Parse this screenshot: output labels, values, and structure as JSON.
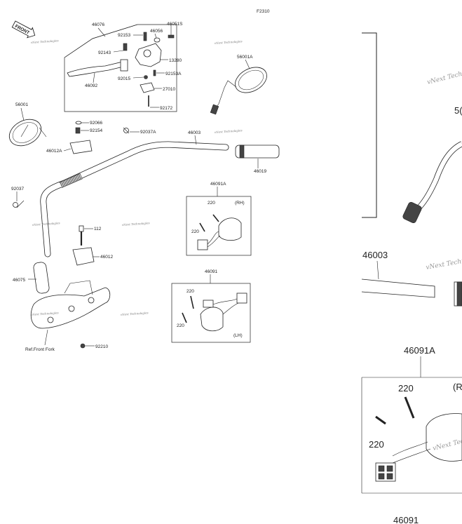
{
  "figure_code": "F2310",
  "front_badge": "FRONT",
  "watermark": "vNext Technologies",
  "main_labels": {
    "p46076": "46076",
    "p46056": "46056",
    "p46051S": "46051S",
    "p92153": "92153",
    "p92143": "92143",
    "p13280": "13280",
    "p92015": "92015",
    "p92153A": "92153A",
    "p46092": "46092",
    "p27010": "27010",
    "p92172": "92172",
    "p56001A": "56001A",
    "p56001": "56001",
    "p92066": "92066",
    "p92154": "92154",
    "p92037A": "92037A",
    "p46003": "46003",
    "p46012A": "46012A",
    "p46019": "46019",
    "p92037": "92037",
    "p46091A": "46091A",
    "p220a": "220",
    "rh": "(RH)",
    "p220b": "220",
    "p112": "112",
    "p46012": "46012",
    "p46075": "46075",
    "p46091": "46091",
    "p220c": "220",
    "p220d": "220",
    "lh": "(LH)",
    "ref_front_fork": "Ref.Front Fork",
    "p92210": "92210"
  },
  "zoom_labels": {
    "p56": "5(",
    "p46003": "46003",
    "p46091A": "46091A",
    "p220a": "220",
    "rh": "(R",
    "p220b": "220",
    "p46091": "46091"
  }
}
